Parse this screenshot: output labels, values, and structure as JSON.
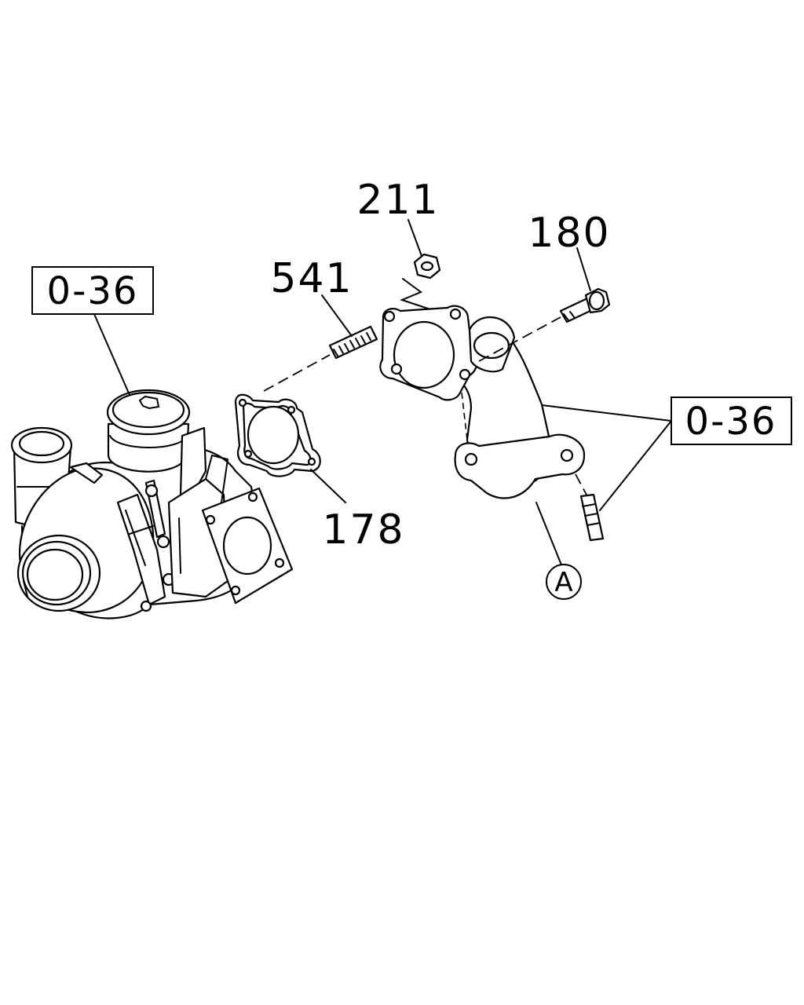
{
  "diagram": {
    "callouts": [
      {
        "id": "211",
        "text": "211"
      },
      {
        "id": "180",
        "text": "180"
      },
      {
        "id": "541",
        "text": "541"
      },
      {
        "id": "178",
        "text": "178"
      }
    ],
    "references": [
      {
        "id": "ref-left",
        "text": "0-36"
      },
      {
        "id": "ref-right",
        "text": "0-36"
      }
    ],
    "view_marker": "A"
  }
}
